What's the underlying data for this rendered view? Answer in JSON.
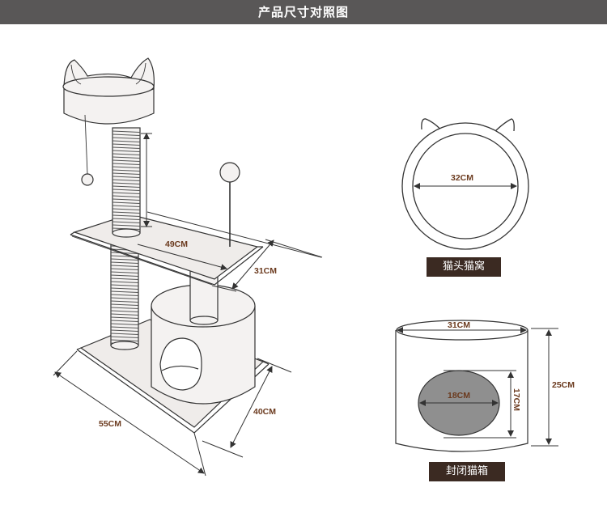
{
  "header": {
    "title": "产品尺寸对照图"
  },
  "tree": {
    "dims": {
      "post_height": "49CM",
      "platform_depth": "31CM",
      "base_width": "55CM",
      "base_depth": "40CM"
    }
  },
  "bed": {
    "diameter": "32CM",
    "label": "猫头猫窝"
  },
  "box": {
    "width": "31CM",
    "height": "25CM",
    "hole_width": "18CM",
    "hole_height": "17CM",
    "label": "封闭猫箱"
  },
  "colors": {
    "header_bg": "#595757",
    "label_bg": "#3b2a22",
    "dim_text": "#6b3a1e",
    "line": "#333333",
    "hole_fill": "#8f8f8f",
    "fill_light": "#f4f2f1"
  }
}
